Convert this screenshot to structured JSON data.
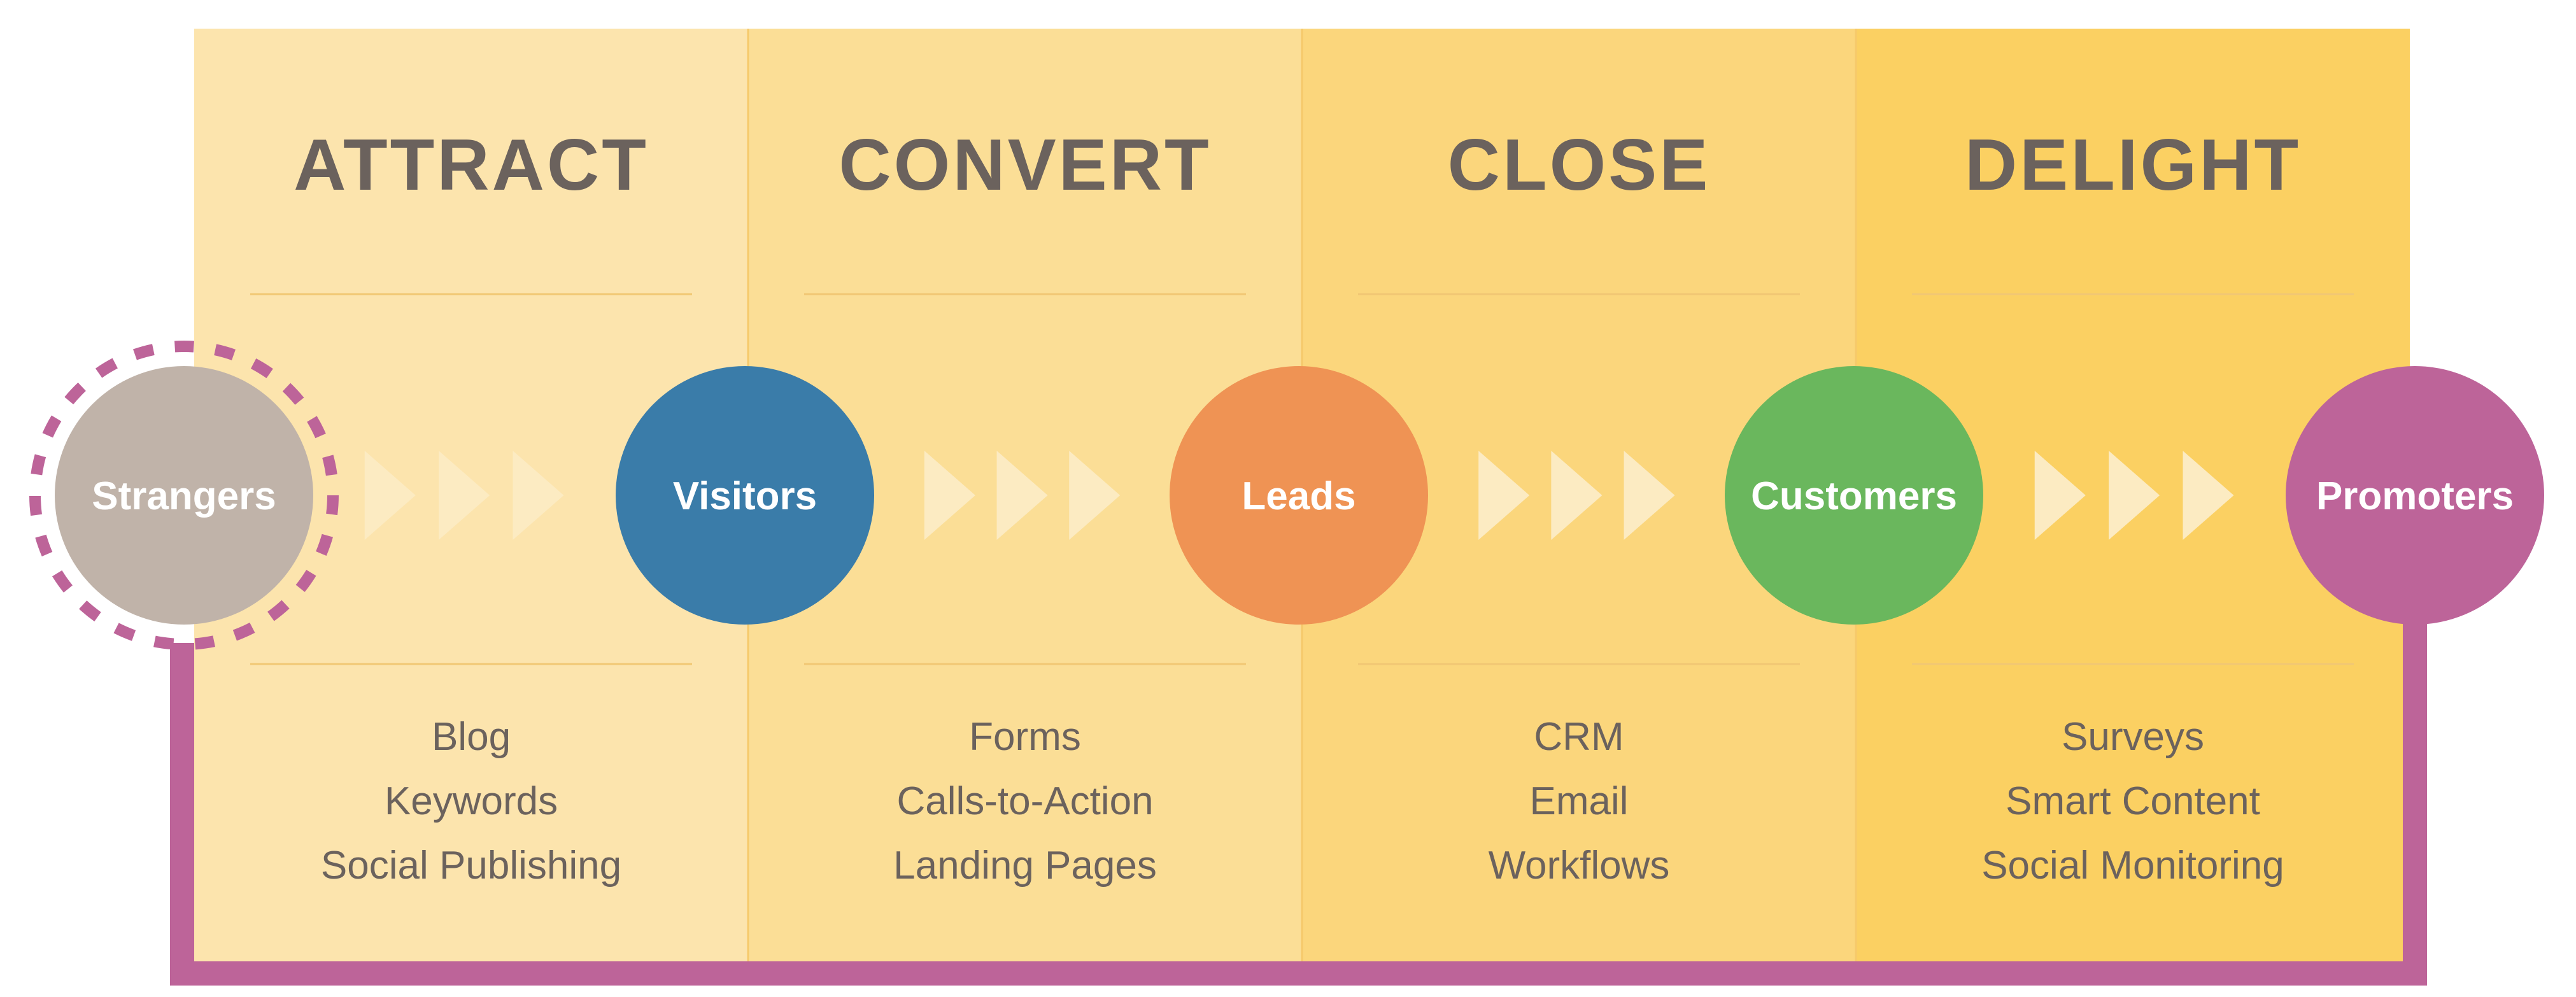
{
  "colors": {
    "panels": [
      "#fce4ad",
      "#fbde96",
      "#fbd67c",
      "#fbd062"
    ],
    "divider": "#f6c96a",
    "rule": "#f1c774",
    "chevron": "#fcebc2",
    "loop": "#bd6499",
    "title_text": "#6b625d",
    "item_text": "#6b625d",
    "node_text": "#ffffff"
  },
  "stages": [
    {
      "title": "ATTRACT",
      "items": [
        "Blog",
        "Keywords",
        "Social Publishing"
      ]
    },
    {
      "title": "CONVERT",
      "items": [
        "Forms",
        "Calls-to-Action",
        "Landing Pages"
      ]
    },
    {
      "title": "CLOSE",
      "items": [
        "CRM",
        "Email",
        "Workflows"
      ]
    },
    {
      "title": "DELIGHT",
      "items": [
        "Surveys",
        "Smart Content",
        "Social Monitoring"
      ]
    }
  ],
  "nodes": [
    {
      "label": "Strangers",
      "color": "#c0b3a9",
      "dashed_ring": true
    },
    {
      "label": "Visitors",
      "color": "#3a7ca9",
      "dashed_ring": false
    },
    {
      "label": "Leads",
      "color": "#ef9354",
      "dashed_ring": false
    },
    {
      "label": "Customers",
      "color": "#6ab75d",
      "dashed_ring": false
    },
    {
      "label": "Promoters",
      "color": "#bd6499",
      "dashed_ring": false
    }
  ]
}
